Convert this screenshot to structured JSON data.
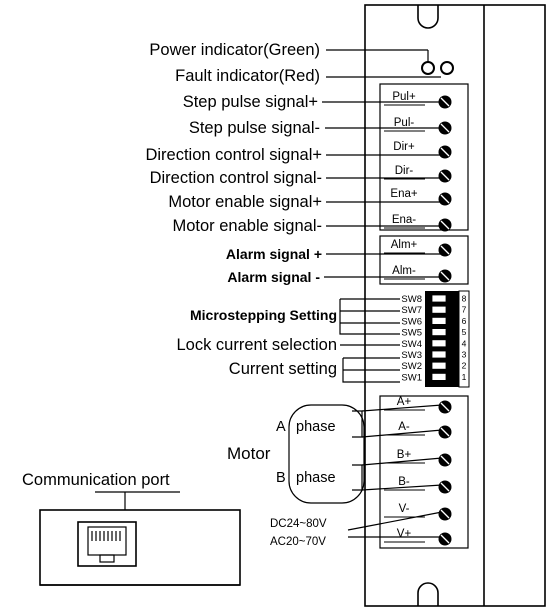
{
  "labels": {
    "power_indicator": "Power indicator(Green)",
    "fault_indicator": "Fault indicator(Red)",
    "pul_plus": "Step pulse signal+",
    "pul_minus": "Step pulse signal-",
    "dir_plus": "Direction control signal+",
    "dir_minus": "Direction control signal-",
    "ena_plus": "Motor enable signal+",
    "ena_minus": "Motor enable signal-",
    "alm_plus": "Alarm signal +",
    "alm_minus": "Alarm signal -",
    "microstepping": "Microstepping Setting",
    "lock_current": "Lock current selection",
    "current_setting": "Current setting",
    "motor": "Motor",
    "phase_a_letter": "A",
    "phase_a": "phase",
    "phase_b_letter": "B",
    "phase_b": "phase",
    "communication_port": "Communication port",
    "voltage_dc": "DC24~80V",
    "voltage_ac": "AC20~70V"
  },
  "signal_terminals": [
    "Pul+",
    "Pul-",
    "Dir+",
    "Dir-",
    "Ena+",
    "Ena-"
  ],
  "alarm_terminals": [
    "Alm+",
    "Alm-"
  ],
  "dip_switches": [
    {
      "label": "SW8",
      "number": "8"
    },
    {
      "label": "SW7",
      "number": "7"
    },
    {
      "label": "SW6",
      "number": "6"
    },
    {
      "label": "SW5",
      "number": "5"
    },
    {
      "label": "SW4",
      "number": "4"
    },
    {
      "label": "SW3",
      "number": "3"
    },
    {
      "label": "SW2",
      "number": "2"
    },
    {
      "label": "SW1",
      "number": "1"
    }
  ],
  "power_terminals": [
    "A+",
    "A-",
    "B+",
    "B-",
    "V-",
    "V+"
  ],
  "colors": {
    "power_led": "#1a9a3a",
    "fault_led": "#d42020",
    "outline": "#000000"
  }
}
